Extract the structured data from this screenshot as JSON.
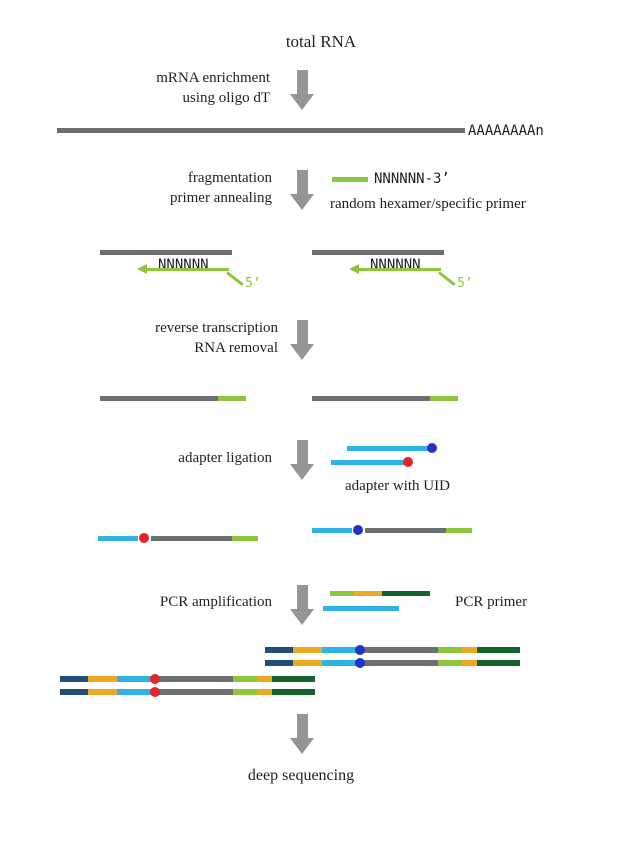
{
  "colors": {
    "text": "#231f20",
    "gray": "#6d6e71",
    "arrow": "#939598",
    "green": "#8cc63e",
    "cyan": "#2fb2e5",
    "red": "#e8212d",
    "blue": "#2333c8",
    "dark_blue": "#1f4e79",
    "yellow": "#efa921",
    "dark_green": "#14632e"
  },
  "title": "total RNA",
  "mrna": {
    "polya_label": "AAAAAAAAn"
  },
  "steps": {
    "enrichment": {
      "line1": "mRNA enrichment",
      "line2": "using oligo dT"
    },
    "fragmentation": {
      "line1": "fragmentation",
      "line2": "primer annealing"
    },
    "primer": {
      "seq_label": "NNNNNN-3’",
      "desc": "random hexamer/specific primer"
    },
    "annealed": {
      "seq_label": "NNNNNN",
      "five_prime": "5’"
    },
    "rt": {
      "line1": "reverse transcription",
      "line2": "RNA removal"
    },
    "adapter": {
      "label": "adapter ligation",
      "desc": "adapter with UID"
    },
    "pcr": {
      "label": "PCR amplification",
      "desc": "PCR primer"
    },
    "sequencing": {
      "label": "deep sequencing"
    }
  },
  "pcr_primer_segments": [
    {
      "c": "green",
      "w": 24
    },
    {
      "c": "yellow",
      "w": 28
    },
    {
      "c": "dark_green",
      "w": 48
    }
  ],
  "product_segments": [
    {
      "c": "dark_blue",
      "w": 28
    },
    {
      "c": "yellow",
      "w": 29
    },
    {
      "c": "cyan",
      "w": 38
    },
    {
      "c": "gray",
      "w": 78
    },
    {
      "c": "green",
      "w": 24
    },
    {
      "c": "yellow",
      "w": 15
    },
    {
      "c": "dark_green",
      "w": 43
    }
  ]
}
